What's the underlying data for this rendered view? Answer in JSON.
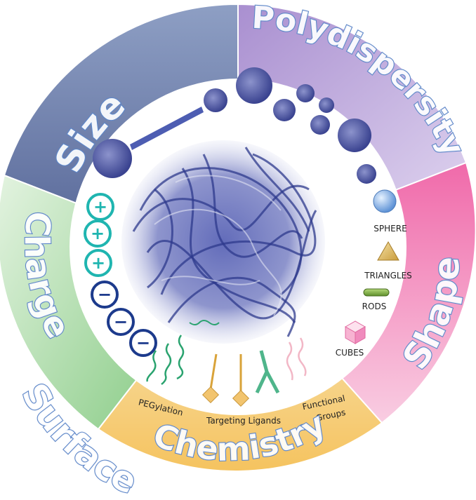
{
  "segments": {
    "size": "Size",
    "polydispersity": "Polydispersity",
    "shape": "Shape",
    "charge": "Charge",
    "surface": "Surface",
    "chemistry": "Chemistry"
  },
  "shapes": {
    "sphere": "SPHERE",
    "triangles": "TRIANGLES",
    "rods": "RODS",
    "cubes": "CUBES"
  },
  "chemistry_labels": {
    "pegylation": "PEGylation",
    "targeting": "Targeting Ligands",
    "functional_line1": "Functional",
    "functional_line2": "Groups"
  },
  "charge_symbols": {
    "plus": "+",
    "minus": "−"
  },
  "colors": {
    "size": "#6d7fa8",
    "polydispersity": "#b9a6d6",
    "shape": "#f08bbd",
    "charge": "#b7dfb5",
    "chemistry": "#f7cf7a",
    "particle": "#2e3a8c",
    "positive": "#1fb5b0",
    "negative": "#1c3a8c",
    "outline_text": "#5d86c8"
  }
}
